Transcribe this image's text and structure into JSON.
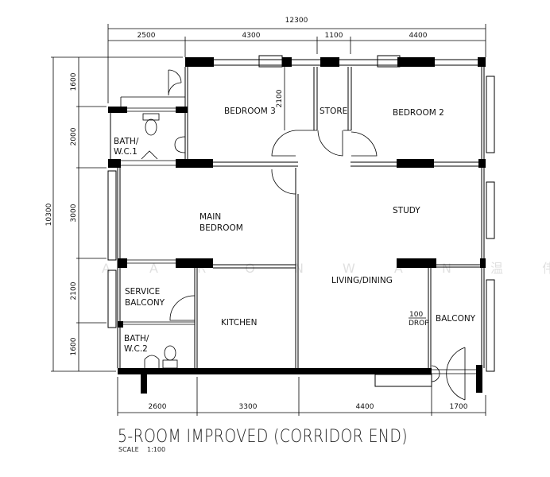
{
  "plan": {
    "title": "5-ROOM IMPROVED (CORRIDOR END)",
    "scale_label": "SCALE",
    "scale_value": "1:100",
    "watermark": "A A R O N   W A N   温 伟 雄"
  },
  "rooms": {
    "bedroom3": "BEDROOM 3",
    "store": "STORE",
    "bedroom2": "BEDROOM 2",
    "bath1_a": "BATH/",
    "bath1_b": "W.C.1",
    "main_bedroom_a": "MAIN",
    "main_bedroom_b": "BEDROOM",
    "study": "STUDY",
    "living_dining": "LIVING/DINING",
    "service_balcony_a": "SERVICE",
    "service_balcony_b": "BALCONY",
    "kitchen": "KITCHEN",
    "bath2_a": "BATH/",
    "bath2_b": "W.C.2",
    "balcony": "BALCONY",
    "drop_a": "100",
    "drop_b": "DROP"
  },
  "dimensions": {
    "top_total": "12300",
    "top": [
      "2500",
      "4300",
      "1100",
      "4400"
    ],
    "left_total": "10300",
    "left": [
      "1600",
      "2000",
      "3000",
      "2100",
      "1600"
    ],
    "store_depth": "2100",
    "bottom": [
      "2600",
      "3300",
      "4400",
      "1700"
    ]
  }
}
